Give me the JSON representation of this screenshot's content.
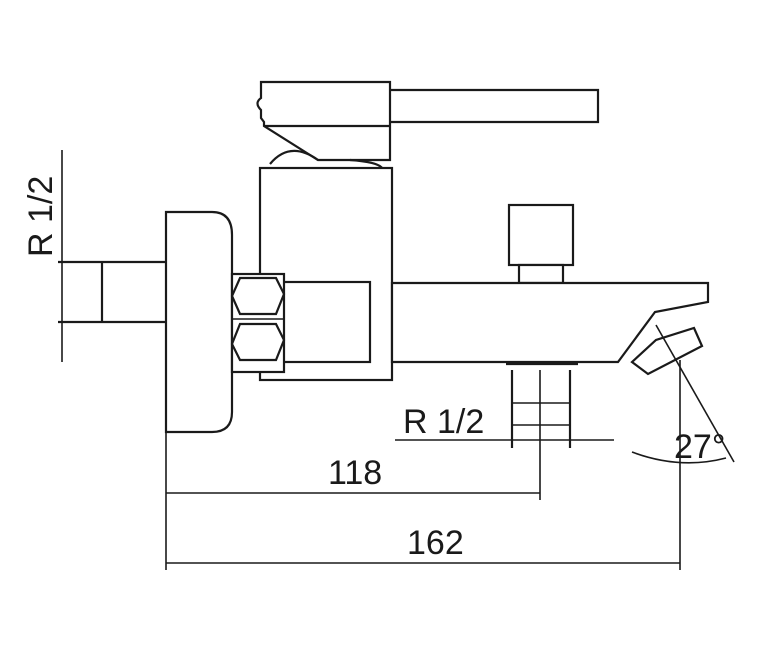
{
  "labels": {
    "inlet_thread": "R 1/2",
    "outlet_thread": "R 1/2",
    "dim_outlet_offset": "118",
    "dim_total_length": "162",
    "spout_angle": "27°"
  },
  "colors": {
    "line": "#1a1a1a",
    "background": "#ffffff"
  }
}
